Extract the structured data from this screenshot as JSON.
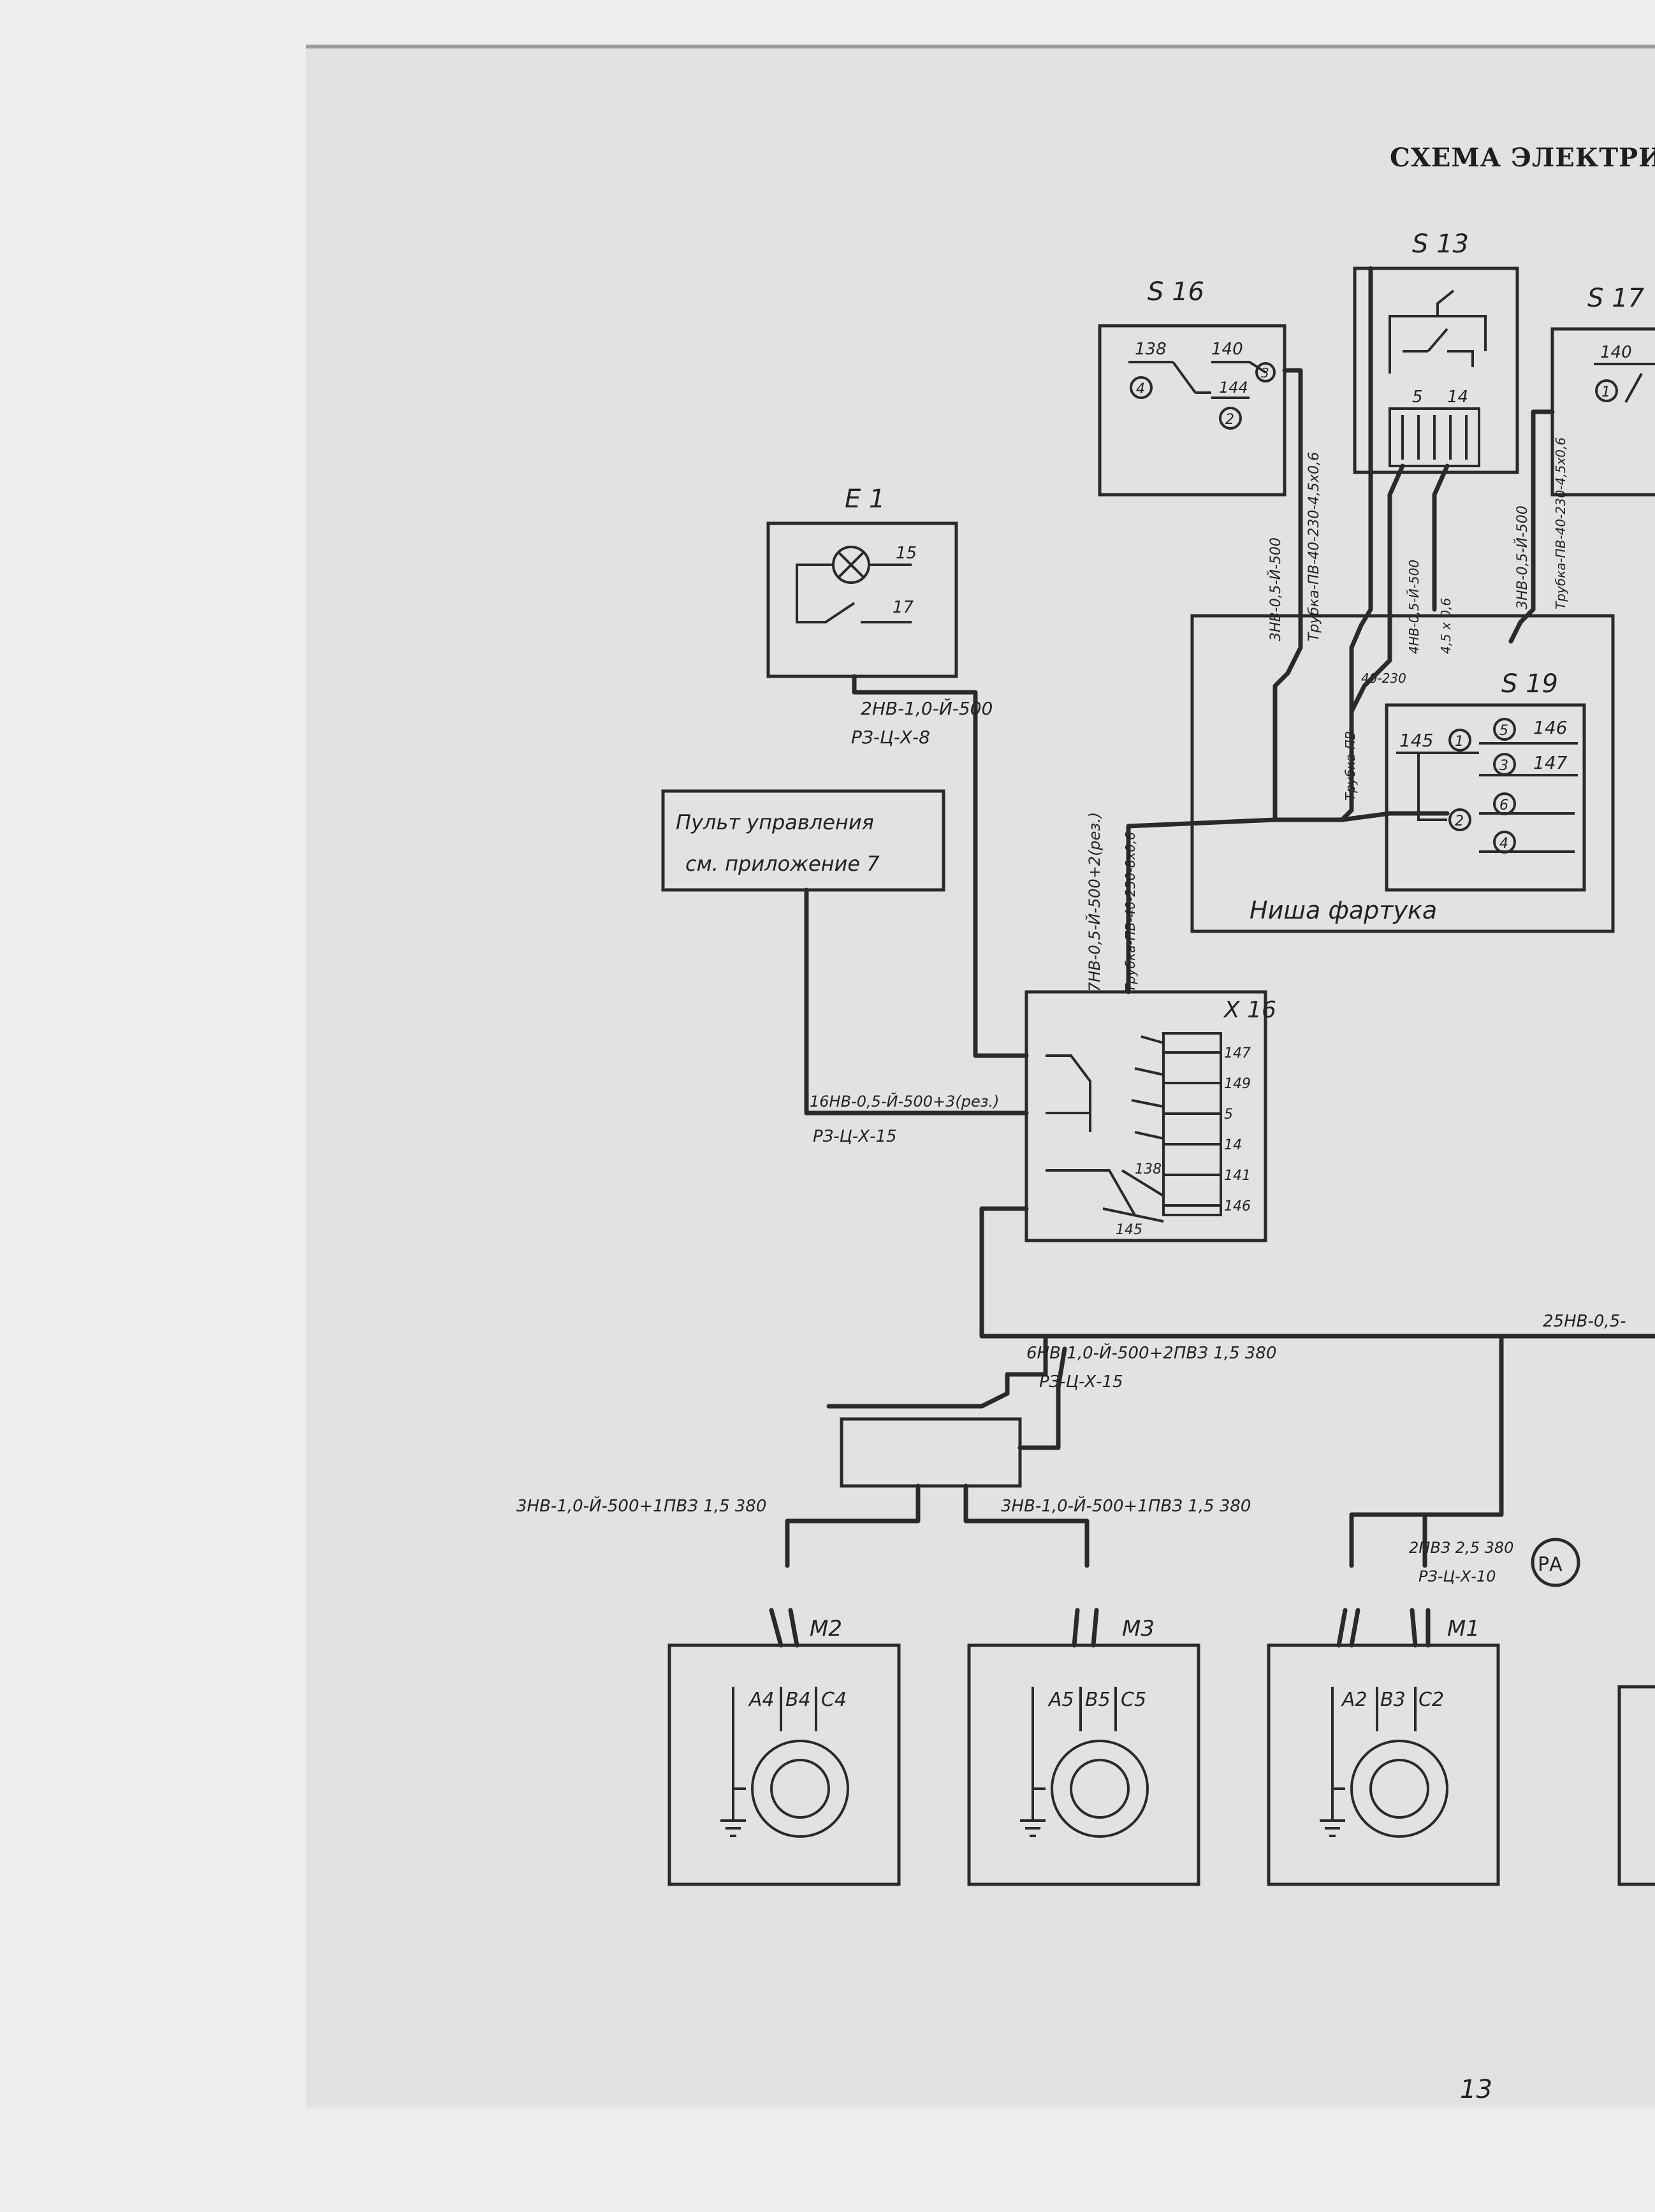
{
  "title": "СХЕМА ЭЛЕКТРИЧ",
  "page_number": "13",
  "switch_s16": {
    "name": "S 16",
    "t1": "138",
    "t2": "140",
    "t3": "144",
    "n1": "4",
    "n2": "2",
    "n3": "3"
  },
  "switch_s13": {
    "name": "S 13",
    "t1": "5",
    "t2": "14"
  },
  "switch_s17": {
    "name": "S 17",
    "t1": "140",
    "n1": "1"
  },
  "switch_s19": {
    "name": "S 19",
    "t1": "145",
    "t2": "146",
    "t3": "147",
    "n1": "1",
    "n2": "5",
    "n3": "3",
    "n4": "2",
    "n5": "6",
    "n6": "4"
  },
  "lamp_e1": {
    "name": "E 1",
    "t1": "15",
    "t2": "17"
  },
  "niche": {
    "label": "Ниша фартука"
  },
  "control_panel": {
    "line1": "Пульт управления",
    "line2": "см. приложение 7"
  },
  "terminal_x16": {
    "name": "X 16",
    "terminals": [
      "147",
      "149",
      "5",
      "14",
      "141",
      "146"
    ],
    "t_left": "138",
    "t_bottom": "145"
  },
  "cables": {
    "s16_a": "3НВ-0,5-Й-500",
    "s16_b": "Трубка-ПВ-40-230-4,5х0,6",
    "s17_a": "3НВ-0,5-Й-500",
    "s17_b": "Трубка-ПВ-40-230-4,5х0,6",
    "s13_a": "4НВ-0,5-Й-500",
    "s13_b": "4,5 х 0,6",
    "s19_a": "Трубка-ПВ",
    "s19_b": "40-230",
    "e1_a": "2НВ-1,0-Й-500",
    "e1_b": "РЗ-Ц-Х-8",
    "x16_up_a": "7НВ-0,5-Й-500+2(рез.)",
    "x16_up_b": "Трубка-ПВ-40-230-8х0,6",
    "panel_a": "16НВ-0,5-Й-500+3(рез.)",
    "panel_b": "РЗ-Ц-Х-15",
    "right_bus": "25НВ-0,5-",
    "main_a": "6НВ-1,0-Й-500+2ПВЗ 1,5 380",
    "main_b": "РЗ-Ц-Х-15",
    "m2_cable": "3НВ-1,0-Й-500+1ПВЗ 1,5 380",
    "m3_cable": "3НВ-1,0-Й-500+1ПВЗ 1,5 380",
    "m1_a": "2ПВЗ 2,5 380",
    "m1_b": "РЗ-Ц-Х-10"
  },
  "ammeter": {
    "label": "РА"
  },
  "motor_m2": {
    "name": "М2",
    "a": "А4",
    "b": "В4",
    "c": "С4"
  },
  "motor_m3": {
    "name": "М3",
    "a": "А5",
    "b": "В5",
    "c": "С5"
  },
  "motor_m1": {
    "name": "М1",
    "a": "А2",
    "b": "В3",
    "c": "С2"
  }
}
